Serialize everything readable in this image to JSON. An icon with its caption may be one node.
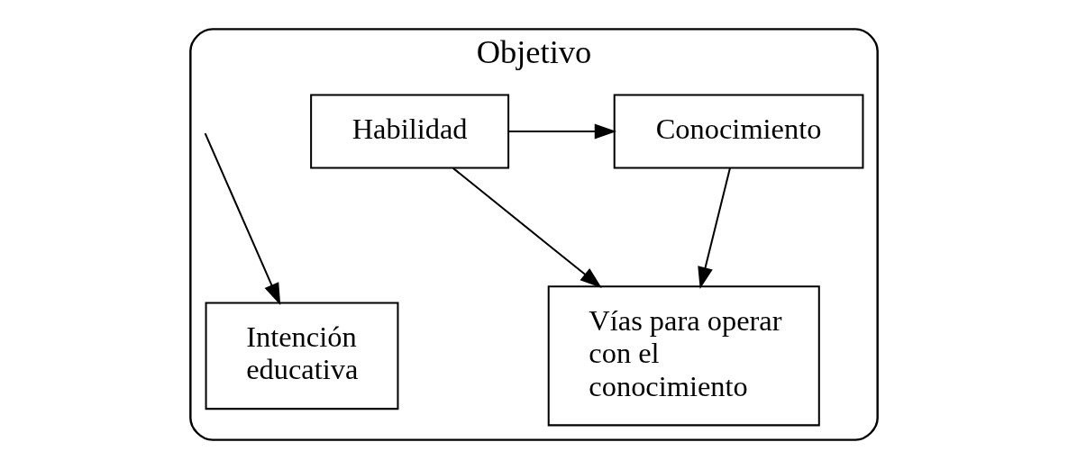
{
  "diagram": {
    "nodes": [
      {
        "text": [
          "Objetivo"
        ]
      },
      {
        "text": [
          "Habilidad"
        ],
        "in": 0
      },
      {
        "text": [
          "Conocimiento"
        ],
        "in": 0
      },
      {
        "text": [
          "Vías para operar con el conocimiento"
        ],
        "in": 0
      },
      {
        "text": [
          "Intención educativa"
        ],
        "in": 0
      }
    ],
    "edges": [
      {
        "from": 1,
        "to": 2,
        "arrow": "to"
      },
      {
        "from": 1,
        "to": 3,
        "arrow": "to"
      },
      {
        "from": 2,
        "to": 3,
        "arrow": "to"
      },
      {
        "from": null,
        "to": 4,
        "arrow": "to"
      }
    ]
  }
}
